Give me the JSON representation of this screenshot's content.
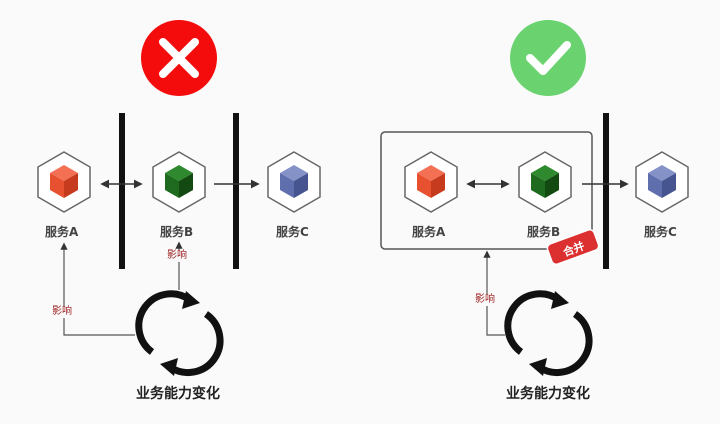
{
  "left_panel": {
    "status_icon": "cross-icon",
    "status_color": "#f40c0c",
    "services": [
      "服务A",
      "服务B",
      "服务C"
    ],
    "effect_labels": [
      "影响",
      "影响"
    ],
    "change_label": "业务能力变化"
  },
  "right_panel": {
    "status_icon": "check-icon",
    "status_color": "#6ad36f",
    "services": [
      "服务A",
      "服务B",
      "服务C"
    ],
    "merge_tag": "合并",
    "effect_label": "影响",
    "change_label": "业务能力变化"
  },
  "colors": {
    "service_a": "#e8512f",
    "service_b": "#1e6a1e",
    "service_c": "#5f6fae",
    "boundary": "#111111"
  }
}
